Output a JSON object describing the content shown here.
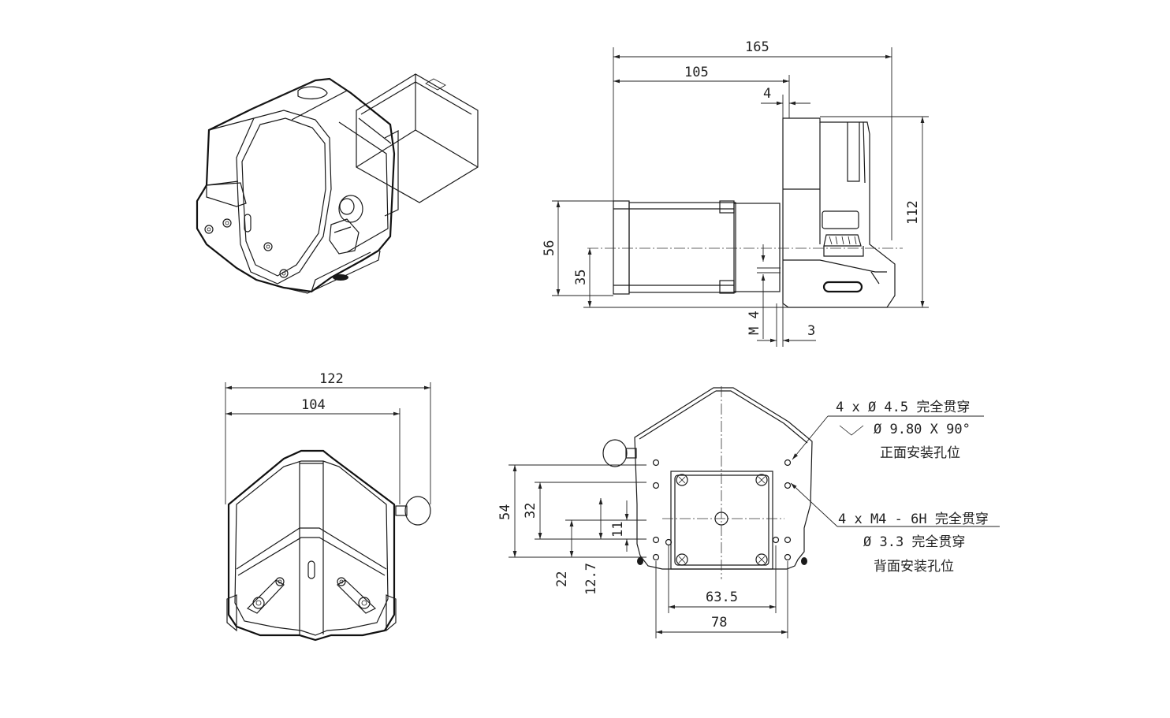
{
  "side_view": {
    "dim_total_length": "165",
    "dim_motor_length": "105",
    "dim_flange_gap": "4",
    "dim_total_height": "112",
    "dim_motor_height": "56",
    "dim_shaft_height": "35",
    "dim_screw": "M 4",
    "dim_plate": "3"
  },
  "front_view": {
    "dim_total_width": "122",
    "dim_head_width": "104"
  },
  "mount_view": {
    "dim_outer_spacing": "78",
    "dim_inner_spacing": "63.5",
    "dim_height_54": "54",
    "dim_height_32": "32",
    "dim_height_11": "11",
    "dim_base_22": "22",
    "dim_base_12_7": "12.7",
    "front_holes": {
      "line1": "4 x  Ø  4.5 完全贯穿",
      "line2": "Ø  9.80 X 90°",
      "line3": "正面安装孔位"
    },
    "back_holes": {
      "line1": "4 x  M4 - 6H 完全贯穿",
      "line2": "Ø  3.3 完全贯穿",
      "line3": "背面安装孔位"
    }
  }
}
